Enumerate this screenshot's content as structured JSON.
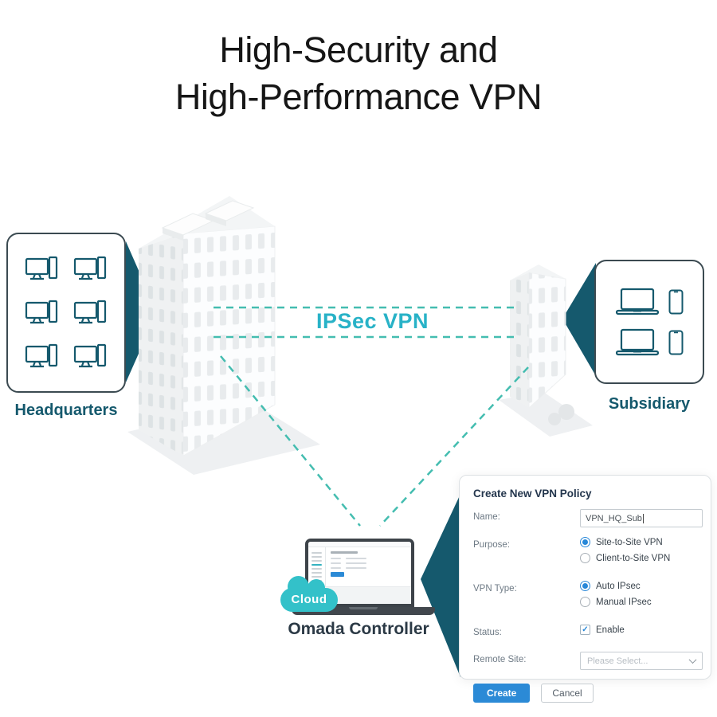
{
  "title": {
    "line1": "High-Security and",
    "line2": "High-Performance VPN"
  },
  "colors": {
    "teal_dark": "#15596d",
    "teal_dash": "#44bdb0",
    "cyan_text": "#28b2c7",
    "cloud_teal": "#33c1c9",
    "button_blue": "#2b8ad6",
    "radio_blue": "#2787d8"
  },
  "icons": {
    "check": "✓",
    "chevron_down": "chevron-down"
  },
  "diagram": {
    "headquarters": {
      "label": "Headquarters",
      "monitor_count": 6
    },
    "subsidiary": {
      "label": "Subsidiary",
      "laptop_count": 2,
      "phone_count": 2
    },
    "vpn_link_label": "IPSec VPN",
    "cloud_badge": "Cloud",
    "controller_label": "Omada Controller"
  },
  "dialog": {
    "title": "Create New VPN Policy",
    "fields": {
      "name": {
        "label": "Name:",
        "value": "VPN_HQ_Sub"
      },
      "purpose": {
        "label": "Purpose:",
        "options": [
          {
            "label": "Site-to-Site VPN",
            "selected": true
          },
          {
            "label": "Client-to-Site VPN",
            "selected": false
          }
        ]
      },
      "vpn_type": {
        "label": "VPN Type:",
        "options": [
          {
            "label": "Auto IPsec",
            "selected": true
          },
          {
            "label": "Manual IPsec",
            "selected": false
          }
        ]
      },
      "status": {
        "label": "Status:",
        "checkbox_label": "Enable",
        "checked": true
      },
      "remote_site": {
        "label": "Remote Site:",
        "placeholder": "Please Select..."
      }
    },
    "buttons": {
      "create": "Create",
      "cancel": "Cancel"
    }
  }
}
